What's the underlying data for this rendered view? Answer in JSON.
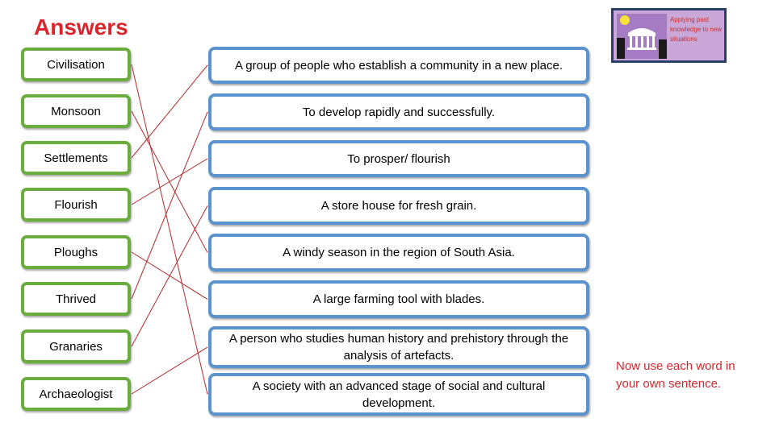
{
  "title": "Answers",
  "terms": [
    "Civilisation",
    "Monsoon",
    "Settlements",
    "Flourish",
    "Ploughs",
    "Thrived",
    "Granaries",
    "Archaeologist"
  ],
  "definitions": [
    "A group of people who establish a community in a new place.",
    "To develop rapidly and successfully.",
    "To prosper/ flourish",
    "A store house for fresh grain.",
    "A windy season in the region of South Asia.",
    "A large farming tool with blades.",
    "A person who studies human history and prehistory through the analysis of artefacts.",
    "A society with an advanced stage of social and cultural development."
  ],
  "matches": [
    {
      "term": 0,
      "definition": 7
    },
    {
      "term": 1,
      "definition": 4
    },
    {
      "term": 2,
      "definition": 0
    },
    {
      "term": 3,
      "definition": 2
    },
    {
      "term": 4,
      "definition": 5
    },
    {
      "term": 5,
      "definition": 1
    },
    {
      "term": 6,
      "definition": 3
    },
    {
      "term": 7,
      "definition": 6
    }
  ],
  "logo": {
    "text": "Applying past knowledge to new situations"
  },
  "note": "Now use each word in your own sentence.",
  "colors": {
    "title": "#d9262c",
    "term_border": "#6aad3d",
    "definition_border": "#5b93cf",
    "match_line": "#b22a2a",
    "note": "#d9262c"
  }
}
